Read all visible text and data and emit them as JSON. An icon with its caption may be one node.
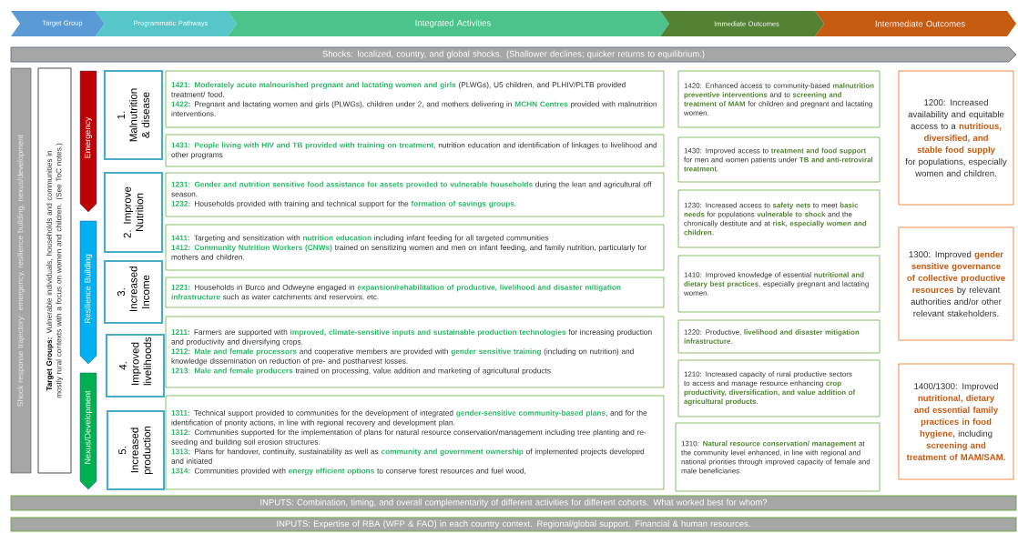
{
  "diagram": {
    "nodes": [
      {
        "text": [
          "Target Group"
        ]
      },
      {
        "text": [
          "Programmatic Pathways"
        ]
      },
      {
        "text": [
          "Integrated Activities"
        ]
      },
      {
        "text": [
          "Immediate Outcomes"
        ]
      },
      {
        "text": [
          "Intermediate Outcomes"
        ]
      },
      {
        "text": [
          "Shocks: localized, country, and global shocks. (Shallower declines; quicker returns to equilibrium.)"
        ]
      },
      {
        "text": [
          "Shock response trajectory: emergency, resilience building, nexus/development"
        ]
      },
      {
        "text": [
          "**Target Groups:** Vulnerable individuals, households and communities in mostly rural contexts with a focus on women and children. (See ToC notes.)"
        ]
      },
      {
        "text": [
          "Emergency"
        ]
      },
      {
        "text": [
          "Resilience Building"
        ]
      },
      {
        "text": [
          "Nexus/Development"
        ]
      },
      {
        "text": [
          "1. Malnutrition & disease"
        ]
      },
      {
        "text": [
          "2. Improve Nutrition"
        ]
      },
      {
        "text": [
          "3. Increased Income"
        ]
      },
      {
        "text": [
          "4. Improved livelihoods"
        ]
      },
      {
        "text": [
          "5. Increased production"
        ]
      },
      {
        "text": [
          "**1421: Moderately acute malnourished pregnant and lactating women and girls** (PLWGs), U5 children, and PLHIV/PLTB provided treatment/ food.",
          "**1422:** Pregnant and lactating women and girls (PLWGs), children under 2, and mothers delivering in **MCHN Centres** provided with malnutrition interventions."
        ]
      },
      {
        "text": [
          "**1431: People living with HIV and TB provided with training on treatment**, nutrition education and identification of linkages to livelihood and other programs"
        ]
      },
      {
        "text": [
          "**1231: Gender and nutrition sensitive food assistance for assets provided to vulnerable households** during the lean and agricultural off season.",
          "**1232:** Households provided with training and technical support for the **formation of savings groups.**"
        ]
      },
      {
        "text": [
          "**1411:** Targeting and sensitization with **nutrition education** including infant feeding for all targeted communities",
          "**1412: Community Nutrition Workers (CNWs)** trained on sensitizing women and men on infant feeding, and family nutrition, particularly for mothers and children."
        ]
      },
      {
        "text": [
          "**1221:** Households in Burco and Odweyne engaged in **expansion/rehabilitation of productive, livelihood and disaster mitigation infrastructure** such as water catchments and reservoirs, etc."
        ]
      },
      {
        "text": [
          "**1211:** Farmers are supported with **improved, climate-sensitive inputs and sustainable production technologies** for increasing production and productivity and diversifying crops.",
          "**1212: Male and female processors** and cooperative members are provided with **gender sensitive training** (including on nutrition) and knowledge dissemination on reduction of pre- and postharvest losses.",
          "**1213: Male and female producers** trained on processing, value addition and marketing of agricultural products"
        ]
      },
      {
        "text": [
          "**1311:** Technical support provided to communities for the development of integrated **gender-sensitive community-based plans**, and for the identification of priority actions, in line with regional recovery and development plan.",
          "**1312:** Communities supported for the implementation of plans for natural resource conservation/management including tree planting and re-seeding and building soil erosion structures.",
          "**1313:** Plans for handover, continuity, sustainability as well as **community and government ownership** of implemented projects developed and initiated",
          "**1314:** Communities provided with **energy efficient options** to conserve forest resources and fuel wood,"
        ]
      },
      {
        "text": [
          "1420: Enhanced access to community-based **malnutrition preventive interventions** and to **screening and treatment of MAM** for children and pregnant and lactating women."
        ]
      },
      {
        "text": [
          "1430: Improved access to **treatment and food support** for men and women patients under **TB and anti-retroviral treatment.**"
        ]
      },
      {
        "text": [
          "1230: Increased access to **safety nets** to meet **basic needs** for populations **vulnerable to shock** and the chronically destitute and at **risk, especially women and children.**"
        ]
      },
      {
        "text": [
          "1410: Improved knowledge of essential **nutritional and dietary best practices**, especially pregnant and lactating women."
        ]
      },
      {
        "text": [
          "1220: Productive, **livelihood and disaster mitigation infrastructure**."
        ]
      },
      {
        "text": [
          "1210: Increased capacity of rural productive sectors to access and manage resource enhancing **crop productivity, diversification, and value addition of agricultural products**."
        ]
      },
      {
        "text": [
          "1310: **Natural resource conservation/ management** at the community level enhanced, in line with regional and national priorities through improved capacity of female and male beneficiaries."
        ]
      },
      {
        "text": [
          "1200: Increased availability and equitable access to a **nutritious, diversified, and stable food supply** for populations, especially women and children."
        ]
      },
      {
        "text": [
          "1300: Improved **gender sensitive governance of collective productive resources** by relevant authorities and/or other relevant stakeholders."
        ]
      },
      {
        "text": [
          "1400/1300: Improved **nutritional, dietary and essential family practices in food hygiene,** including **screening and treatment of MAM/SAM**."
        ]
      },
      {
        "text": [
          "INPUTS: Combination, timing, and overall complementarity of different activities for different cohorts. What worked best for whom?"
        ]
      },
      {
        "text": [
          "INPUTS: Expertise of RBA (WFP & FAO) in each country context. Regional/global support. Financial & human resources."
        ]
      }
    ]
  }
}
